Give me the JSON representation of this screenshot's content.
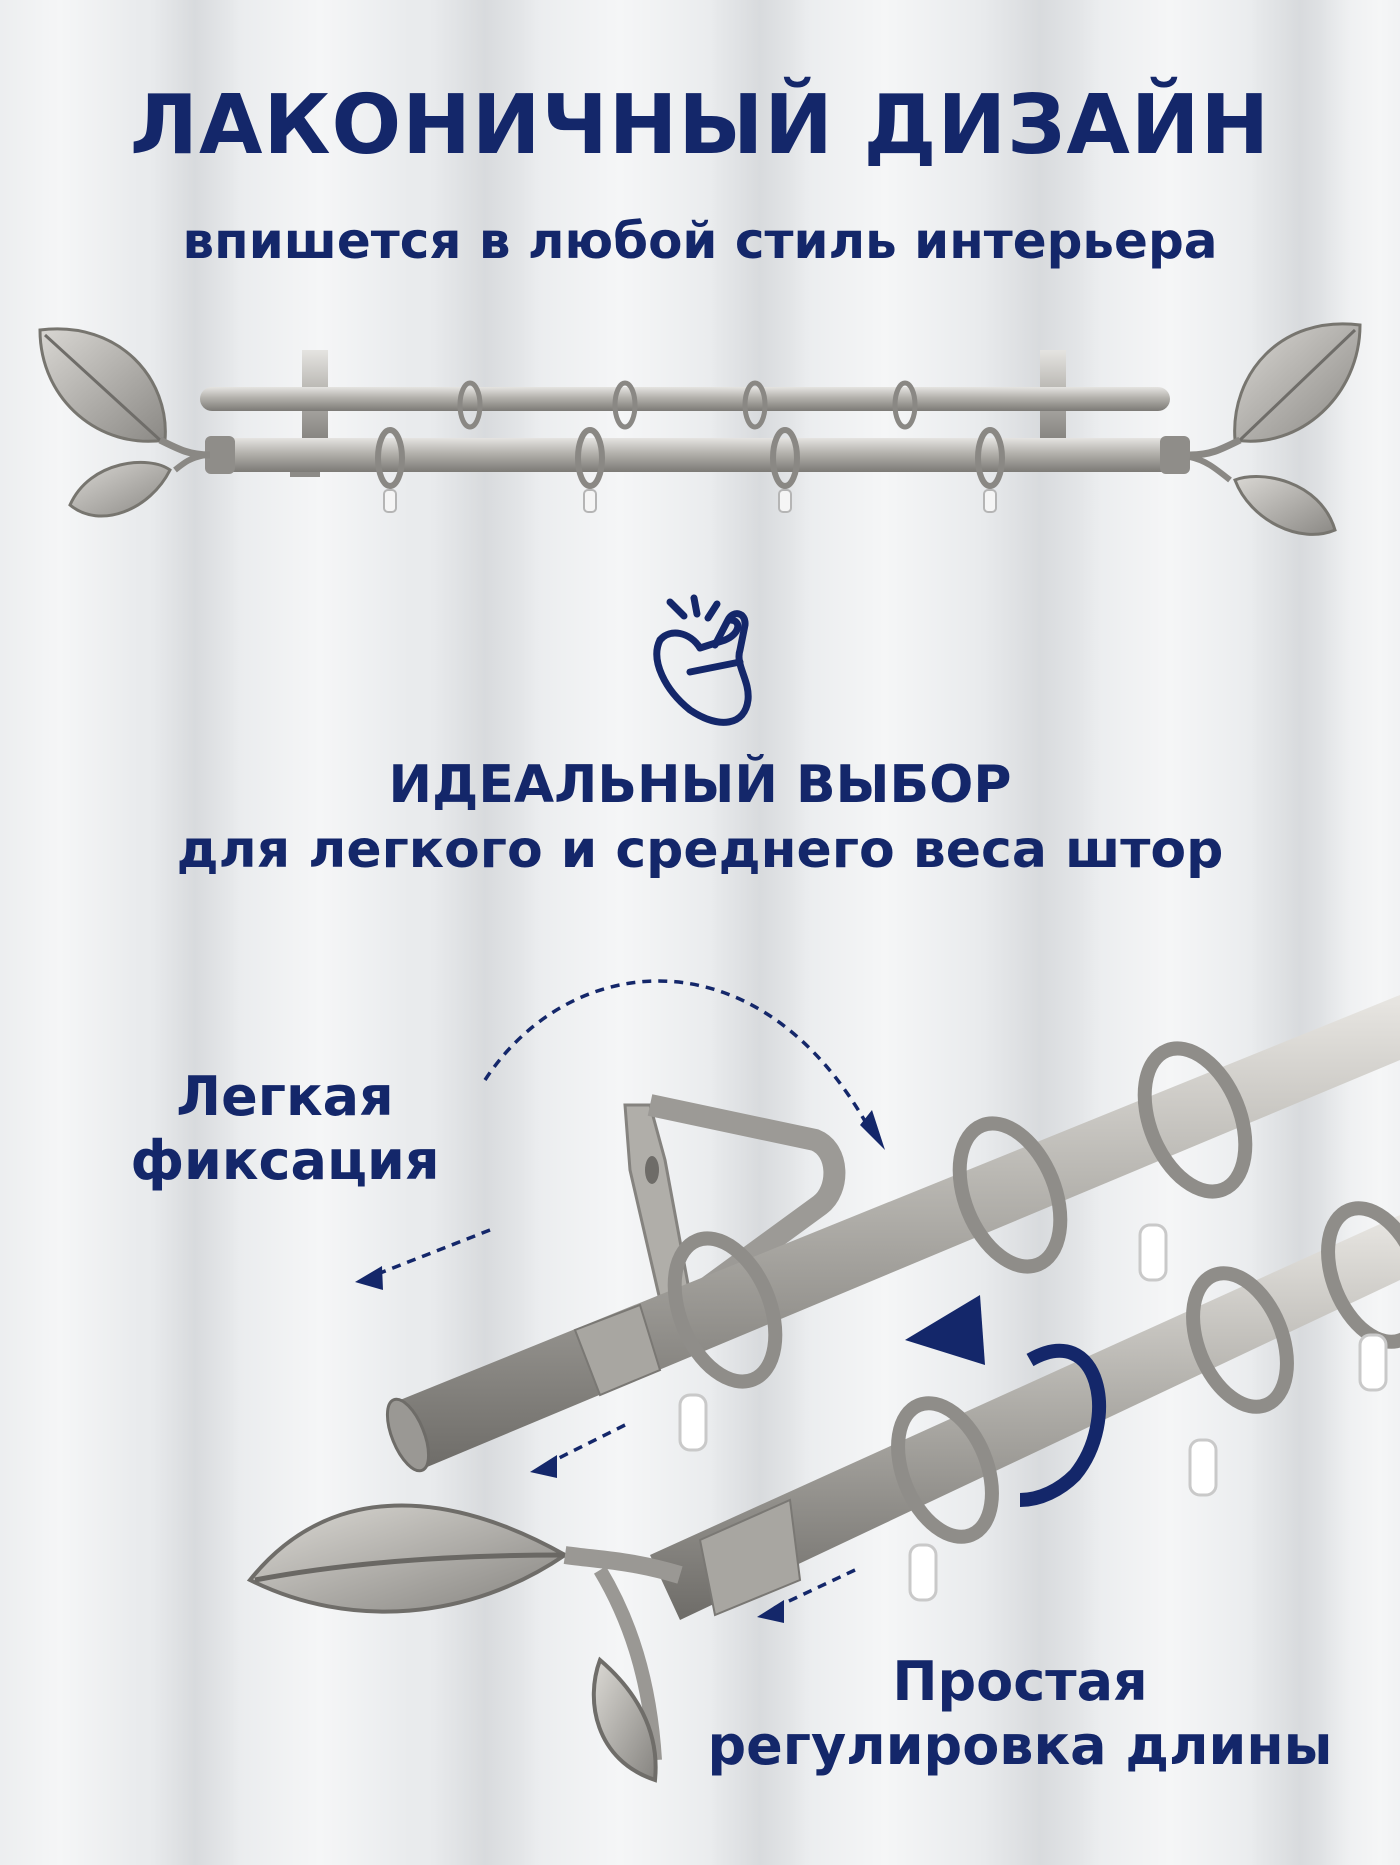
{
  "headline": "ЛАКОНИЧНЫЙ ДИЗАЙН",
  "subheadline": "впишется в любой стиль интерьера",
  "choice": {
    "title": "ИДЕАЛЬНЫЙ ВЫБОР",
    "subtitle": "для легкого и среднего веса штор",
    "icon": "finger-snap-icon"
  },
  "feature_fix": {
    "line1": "Легкая",
    "line2": "фиксация"
  },
  "feature_length": {
    "line1": "Простая",
    "line2": "регулировка длины"
  },
  "colors": {
    "accent": "#14276a",
    "metal": "#a9a7a2",
    "background": "#e8eaec"
  }
}
